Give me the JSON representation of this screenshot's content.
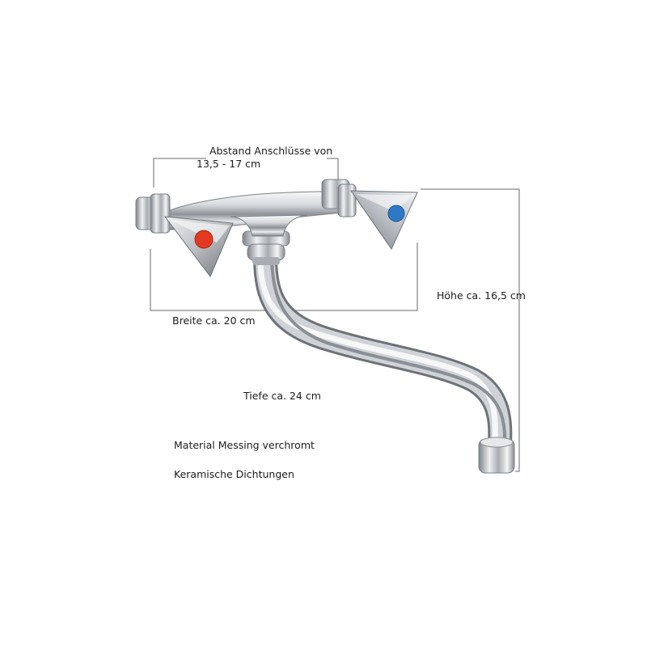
{
  "annotations": {
    "connection_spacing": [
      "Abstand Anschlüsse von",
      "13,5 - 17 cm"
    ],
    "height": "Höhe ca. 16,5 cm",
    "width": "Breite ca. 20 cm",
    "depth": "Tiefe ca. 24 cm",
    "material": "Material Messing verchromt",
    "seals": "Keramische Dichtungen"
  },
  "colors": {
    "hot_indicator": "#e23a22",
    "cold_indicator": "#2f78c8",
    "chrome": "#c9ccd0",
    "dimension_line": "#6a6a6a"
  }
}
